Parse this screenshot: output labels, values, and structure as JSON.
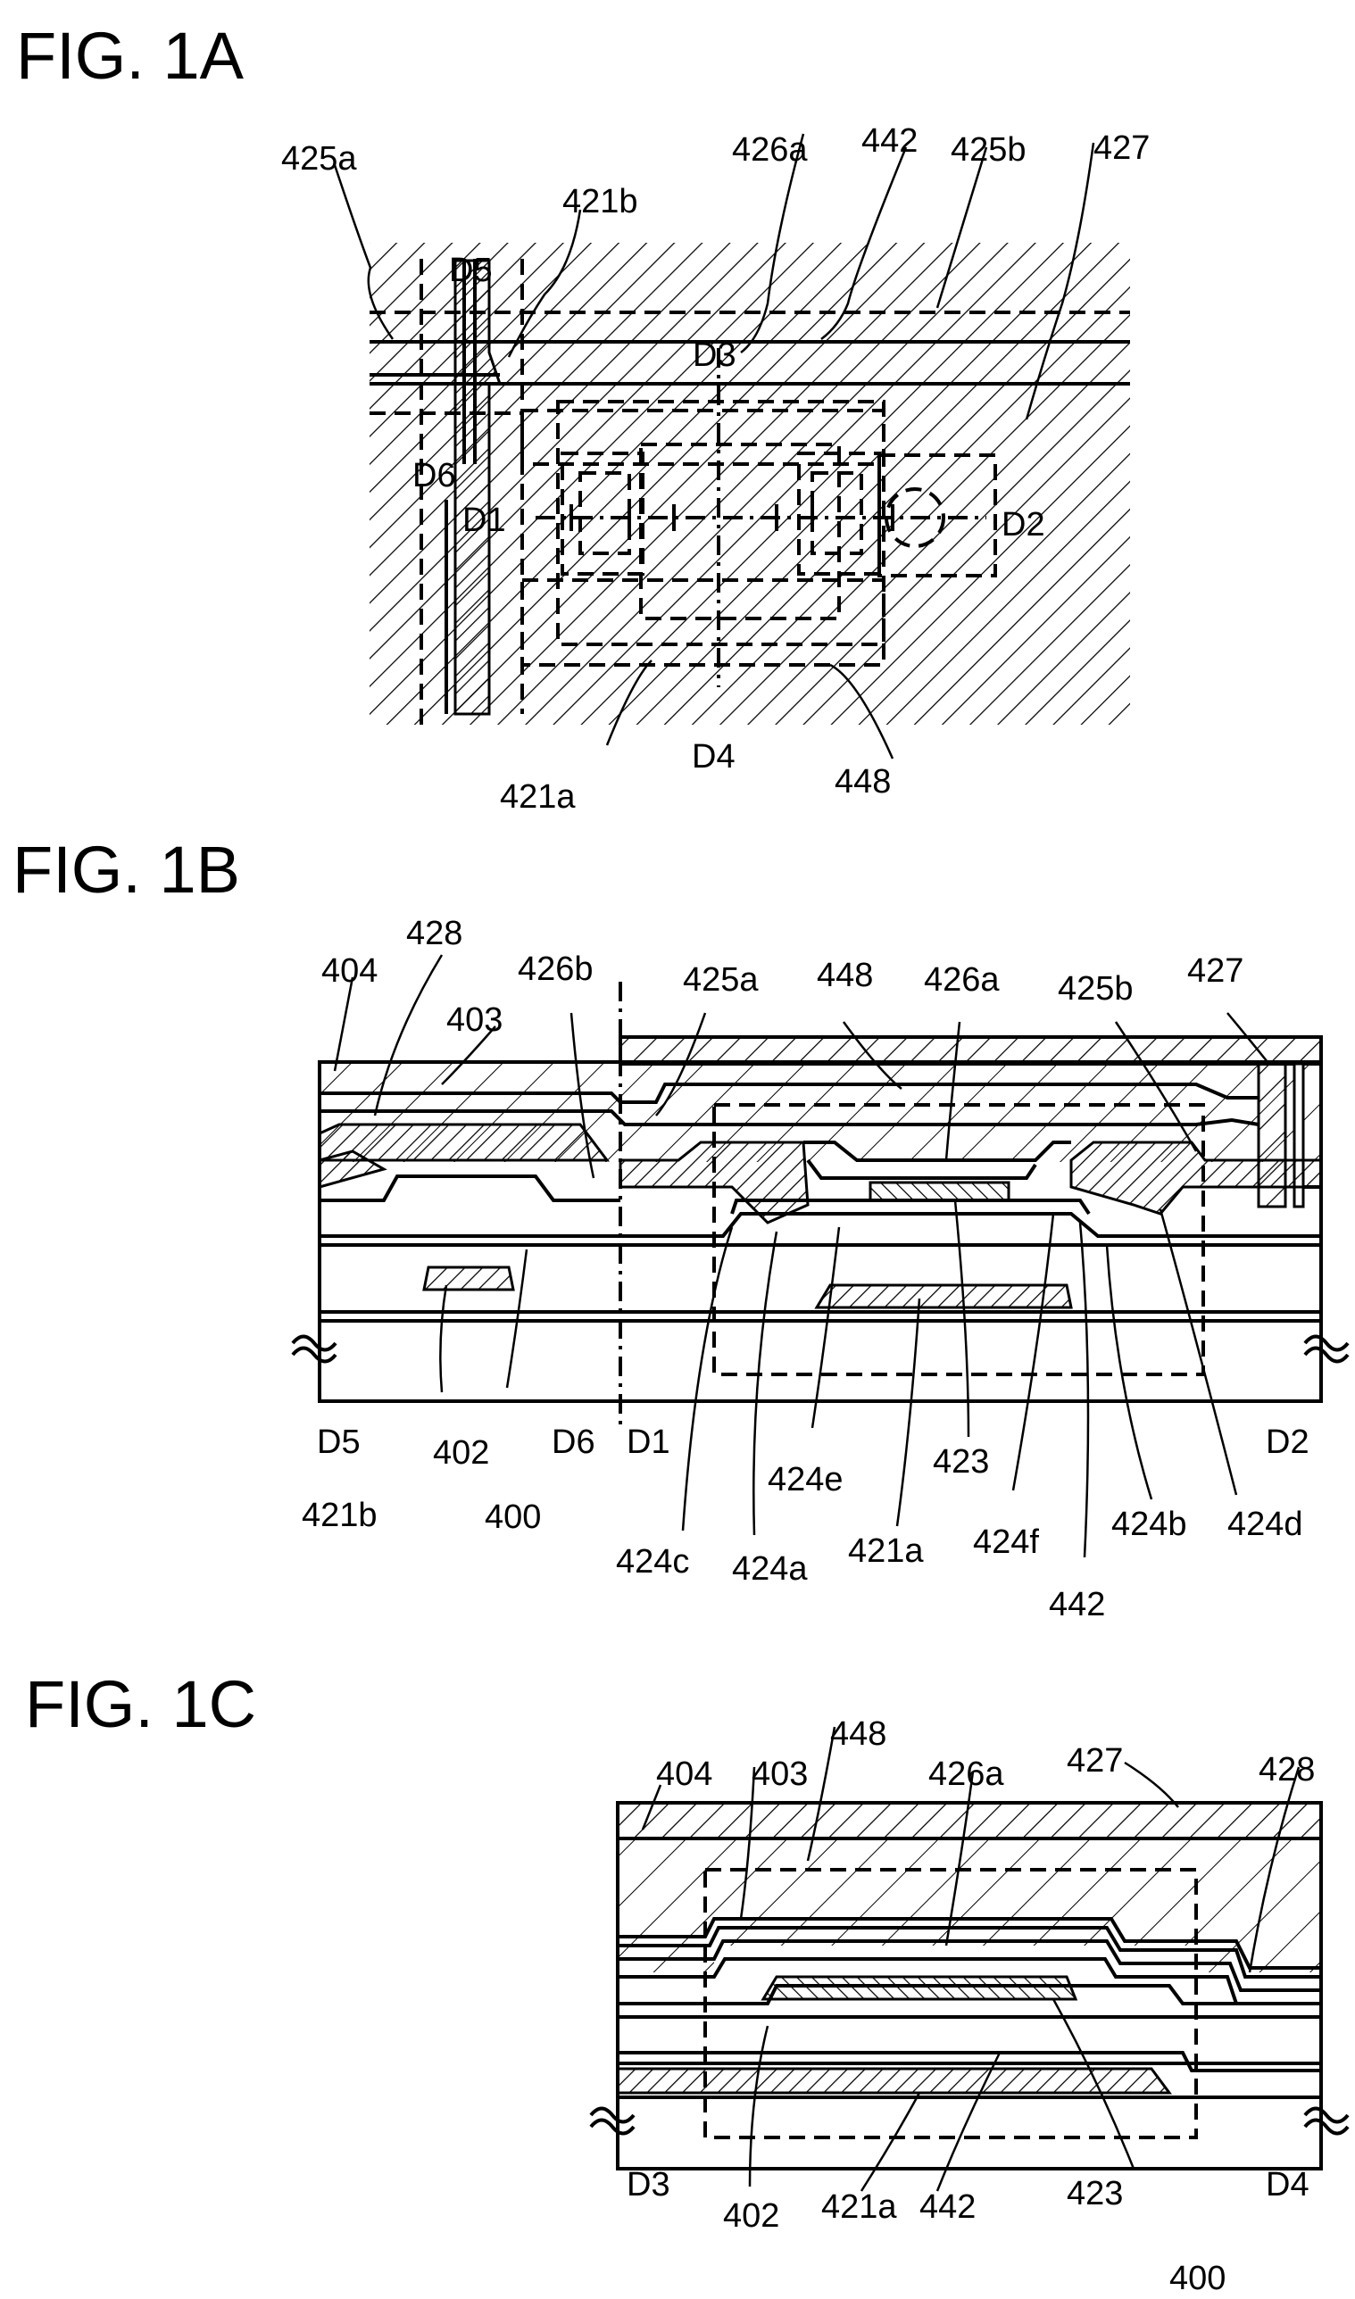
{
  "figures": {
    "fig1a": {
      "title": "FIG. 1A",
      "labels": {
        "l425a": "425a",
        "l421b": "421b",
        "l426a": "426a",
        "l442": "442",
        "l425b": "425b",
        "l427": "427",
        "lD5": "D5",
        "lD3": "D3",
        "lD6": "D6",
        "lD1": "D1",
        "lD2": "D2",
        "l421a": "421a",
        "lD4": "D4",
        "l448": "448"
      }
    },
    "fig1b": {
      "title": "FIG. 1B",
      "labels": {
        "l404": "404",
        "l428": "428",
        "l403": "403",
        "l426b": "426b",
        "l425a": "425a",
        "l448": "448",
        "l426a": "426a",
        "l425b": "425b",
        "l427": "427",
        "lD5": "D5",
        "l421b": "421b",
        "l402": "402",
        "l400": "400",
        "lD6": "D6",
        "lD1": "D1",
        "l424c": "424c",
        "l424a": "424a",
        "l424e": "424e",
        "l421a": "421a",
        "l423": "423",
        "l424f": "424f",
        "l442": "442",
        "l424b": "424b",
        "l424d": "424d",
        "lD2": "D2"
      }
    },
    "fig1c": {
      "title": "FIG. 1C",
      "labels": {
        "l404": "404",
        "l403": "403",
        "l448": "448",
        "l426a": "426a",
        "l427": "427",
        "l428": "428",
        "lD3": "D3",
        "l402": "402",
        "l421a": "421a",
        "l442": "442",
        "l423": "423",
        "lD4": "D4",
        "l400": "400"
      }
    }
  }
}
